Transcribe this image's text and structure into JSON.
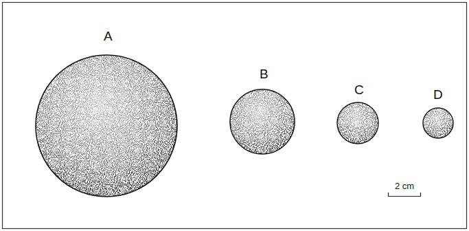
{
  "diagram": {
    "labels": [
      "A",
      "B",
      "C",
      "D",
      "2 cm"
    ]
  }
}
